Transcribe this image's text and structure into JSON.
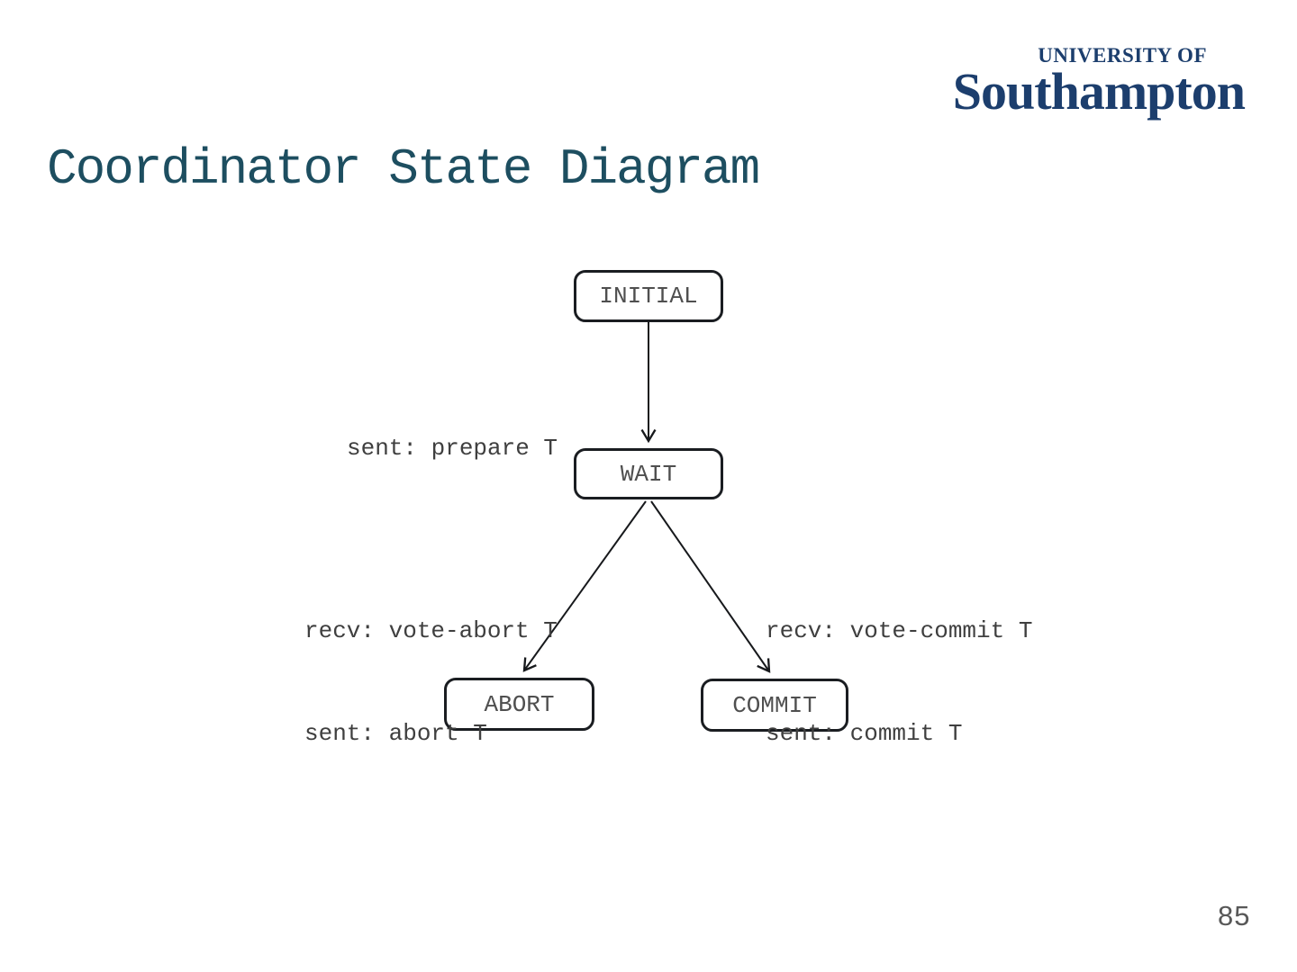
{
  "slide": {
    "title": "Coordinator State Diagram",
    "page_number": "85"
  },
  "logo": {
    "line1": "UNIVERSITY OF",
    "line2": "Southampton"
  },
  "diagram": {
    "states": [
      {
        "id": "initial",
        "label": "INITIAL"
      },
      {
        "id": "wait",
        "label": "WAIT"
      },
      {
        "id": "abort",
        "label": "ABORT"
      },
      {
        "id": "commit",
        "label": "COMMIT"
      }
    ],
    "transitions": [
      {
        "from": "INITIAL",
        "to": "WAIT",
        "lines": [
          "sent: prepare T"
        ]
      },
      {
        "from": "WAIT",
        "to": "ABORT",
        "lines": [
          "recv: vote-abort T",
          "sent: abort T"
        ]
      },
      {
        "from": "WAIT",
        "to": "COMMIT",
        "lines": [
          "recv: vote-commit T",
          "sent: commit T"
        ]
      }
    ]
  },
  "colors": {
    "title": "#1d4e60",
    "logo": "#1c3e6d",
    "box_border": "#1a1d21",
    "state_text": "#4f4f4f",
    "label_text": "#3f3f3f",
    "arrow": "#17191c",
    "page_number": "#585858"
  }
}
